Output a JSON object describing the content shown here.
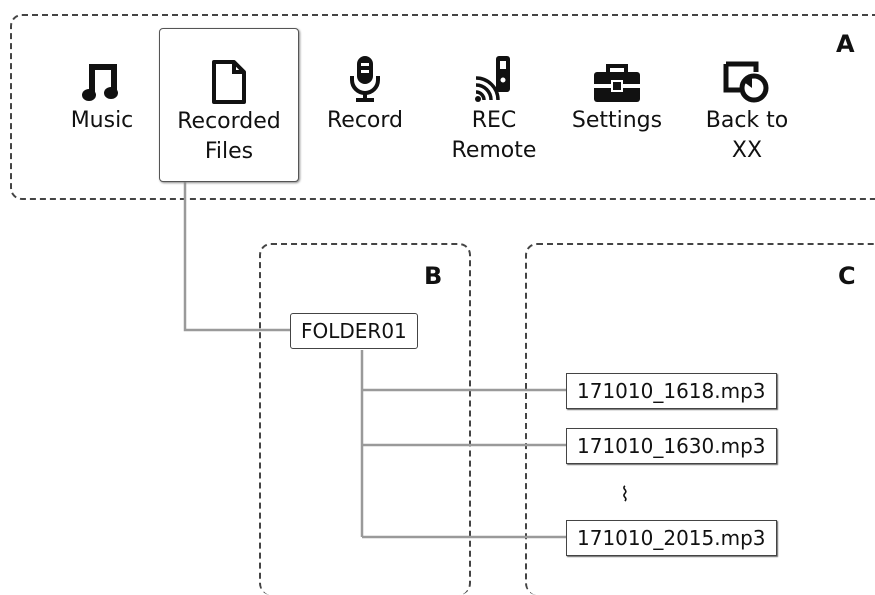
{
  "regions": {
    "a": "A",
    "b": "B",
    "c": "C"
  },
  "menu": {
    "items": [
      {
        "id": "music",
        "label": "Music",
        "icon": "music-note-icon"
      },
      {
        "id": "recorded",
        "label": "Recorded Files",
        "icon": "document-icon",
        "selected": true
      },
      {
        "id": "record",
        "label": "Record",
        "icon": "microphone-icon"
      },
      {
        "id": "remote",
        "label": "REC Remote",
        "icon": "wireless-remote-icon"
      },
      {
        "id": "settings",
        "label": "Settings",
        "icon": "toolbox-icon"
      },
      {
        "id": "back",
        "label": "Back to XX",
        "icon": "return-icon"
      }
    ]
  },
  "tree": {
    "folder": "FOLDER01",
    "files": [
      "171010_1618.mp3",
      "171010_1630.mp3",
      "171010_2015.mp3"
    ],
    "ellipsis": "⌇"
  },
  "colors": {
    "line": "#9a9a9a",
    "border": "#444444"
  }
}
